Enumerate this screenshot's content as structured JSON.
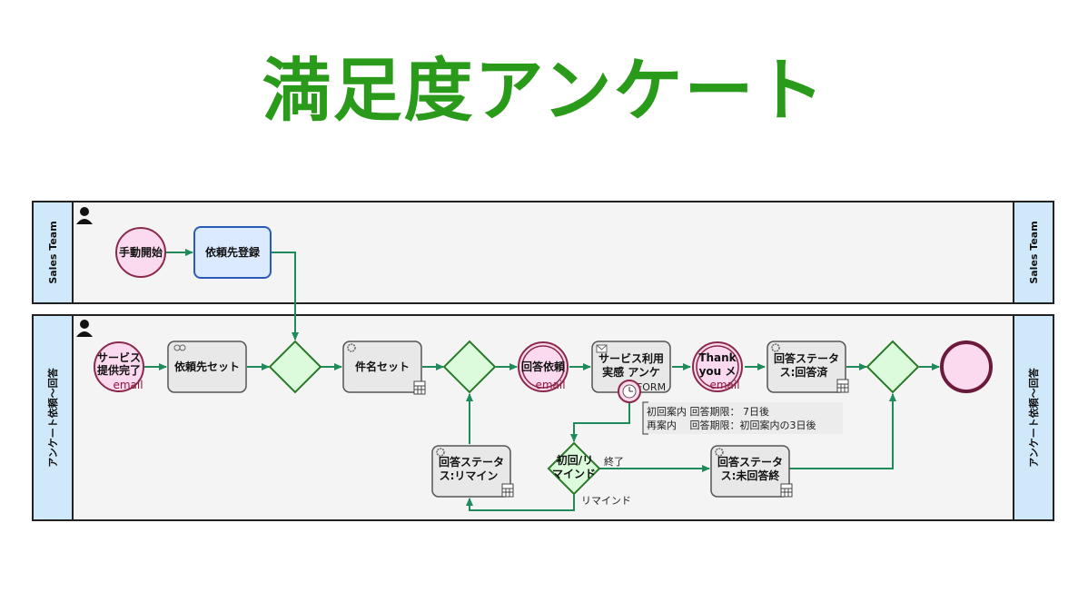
{
  "title": "満足度アンケート",
  "colors": {
    "title": "#2a9a1a",
    "flow": "#1f8a5a",
    "gateway_fill": "#dcfadc",
    "event_fill": "#fbd9ee",
    "event_stroke": "#8a2a4a",
    "task_fill": "#e8e8e8",
    "highlight_task_fill": "#dbeaff",
    "lane_header": "#cfe9fb"
  },
  "lanes": {
    "sales": {
      "label": "Sales Team"
    },
    "survey": {
      "label": "アンケート依頼〜回答"
    }
  },
  "nodes": {
    "manual_start": "手動開始",
    "register_dest": "依頼先登録",
    "service_done": {
      "line1": "サービス",
      "line2": "提供完了",
      "tag": "email"
    },
    "set_dest": "依頼先セット",
    "set_subject": "件名セット",
    "answer_request": {
      "label": "回答依頼",
      "tag": "email"
    },
    "survey_form": {
      "line1": "サービス利用",
      "line2": "実感 アンケ",
      "tag": "FORM"
    },
    "thank_you": {
      "line1": "Thank",
      "line2": "you メ",
      "tag": "email"
    },
    "status_done": {
      "line1": "回答ステータ",
      "line2": "ス:回答済"
    },
    "status_remind": {
      "line1": "回答ステータ",
      "line2": "ス:リマイン"
    },
    "first_remind": {
      "line1": "初回/リ",
      "line2": "マインド"
    },
    "status_unanswered": {
      "line1": "回答ステータ",
      "line2": "ス:未回答終"
    }
  },
  "timer_note": {
    "line1": "初回案内 回答期限： 7日後",
    "line2": "再案内　 回答期限：初回案内の3日後"
  },
  "flow_labels": {
    "end": "終了",
    "remind": "リマインド"
  },
  "icons": [
    "person-icon",
    "gear-icon",
    "calculator-icon",
    "envelope-icon",
    "clock-icon",
    "people-icon"
  ]
}
